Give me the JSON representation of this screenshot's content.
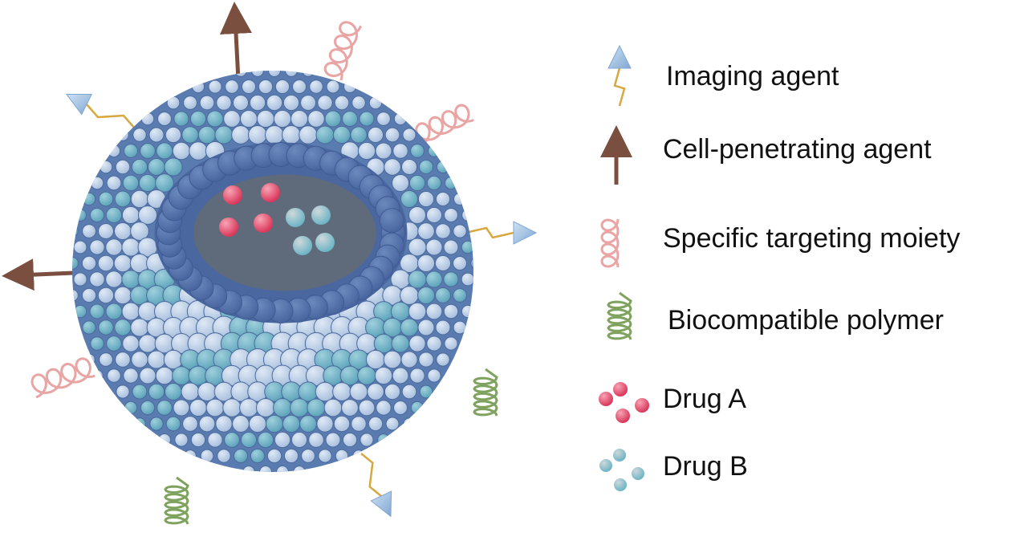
{
  "legend": {
    "imaging_agent": "Imaging agent",
    "cell_penetrating_agent": "Cell-penetrating agent",
    "specific_targeting_moiety": "Specific targeting moiety",
    "biocompatible_polymer": "Biocompatible polymer",
    "drug_a": "Drug A",
    "drug_b": "Drug B"
  },
  "colors": {
    "bead_light": "#b9cde6",
    "bead_teal": "#6fb2c6",
    "inner_layer": "#5673aa",
    "core": "#5f6b7a",
    "drug_a": "#e2506e",
    "drug_b": "#a9c4cc",
    "arrow": "#7b4f3f",
    "helix": "#e9a4a4",
    "polymer": "#7fa35f",
    "imaging_tip": "#9cc3e6"
  }
}
